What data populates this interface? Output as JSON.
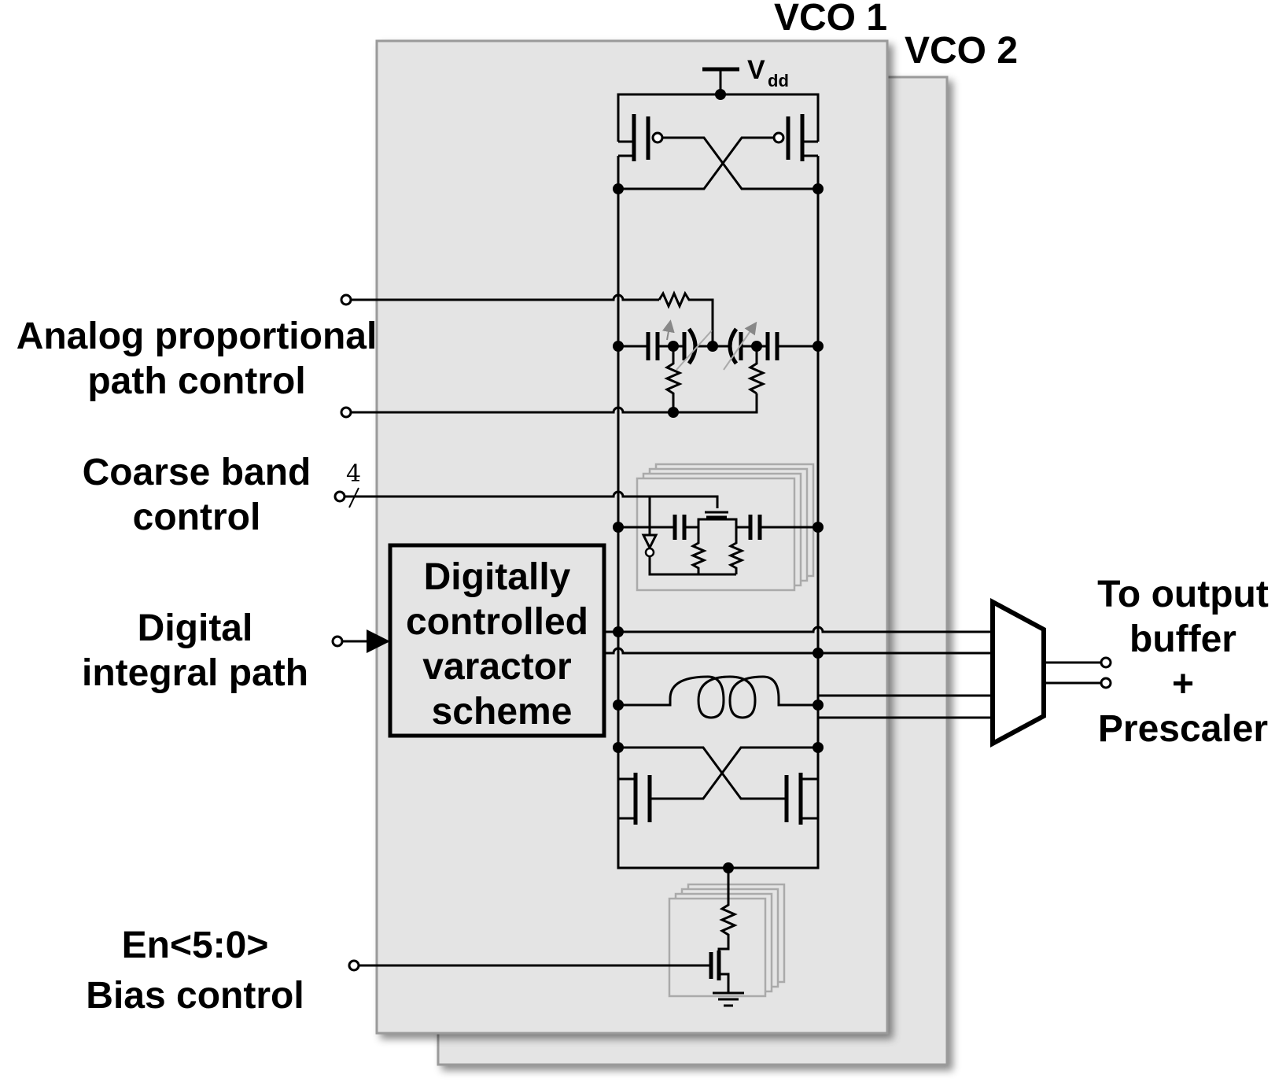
{
  "vco_labels": {
    "vco1": "VCO 1",
    "vco2": "VCO 2"
  },
  "supply": {
    "v": "V",
    "sub": "dd"
  },
  "inputs": {
    "analog_line1": "Analog proportional",
    "analog_line2": "path control",
    "coarse_line1": "Coarse band",
    "coarse_line2": "control",
    "bus_width": "4",
    "digital_line1": "Digital",
    "digital_line2": "integral path",
    "bias_line1": "En<5:0>",
    "bias_line2": "Bias control"
  },
  "dcv_block": {
    "line1": "Digitally",
    "line2": "controlled",
    "line3": "varactor",
    "line4": "scheme"
  },
  "output": {
    "line1": "To output",
    "line2": "buffer",
    "line3": "+",
    "line4": "Prescaler"
  },
  "colors": {
    "panel_fill": "#e4e4e4",
    "panel_border": "#9a9a9a",
    "ghost": "#a0a0a0"
  }
}
